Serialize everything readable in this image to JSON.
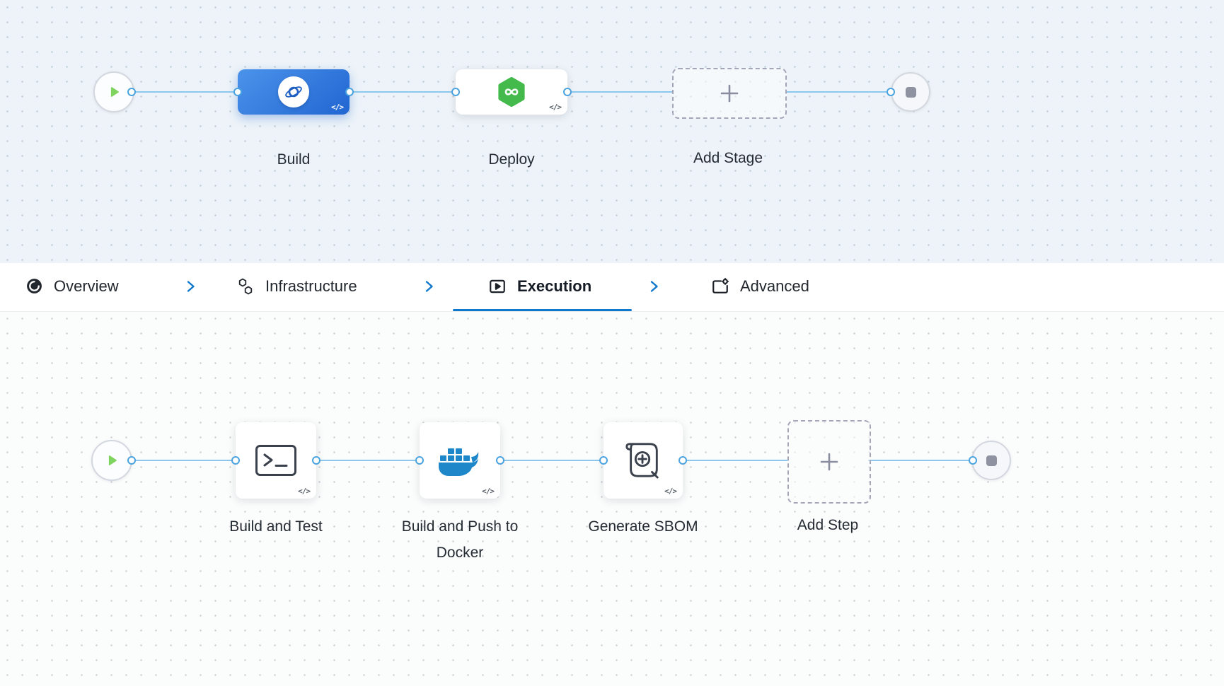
{
  "pipeline": {
    "stages": [
      {
        "label": "Build",
        "type": "ci"
      },
      {
        "label": "Deploy",
        "type": "cd"
      }
    ],
    "add_stage_label": "Add Stage"
  },
  "tabs": [
    {
      "label": "Overview",
      "active": false
    },
    {
      "label": "Infrastructure",
      "active": false
    },
    {
      "label": "Execution",
      "active": true
    },
    {
      "label": "Advanced",
      "active": false
    }
  ],
  "execution": {
    "steps": [
      {
        "label": "Build and Test",
        "icon": "terminal-icon"
      },
      {
        "label": "Build and Push to Docker",
        "icon": "docker-icon"
      },
      {
        "label": "Generate SBOM",
        "icon": "sbom-scroll-icon"
      }
    ],
    "add_step_label": "Add Step"
  },
  "icons": {
    "code_badge": "</>",
    "plus_icon": "+",
    "play_icon": "play-triangle",
    "stop_icon": "stop-square"
  },
  "colors": {
    "accent_blue": "#0f78cc",
    "edge_blue": "#8cc8ee",
    "stage_blue_gradient_start": "#4b93ea",
    "stage_blue_gradient_end": "#2166d2",
    "cd_green": "#44ba4c",
    "play_green": "#7fd35f",
    "docker_blue": "#1d87c9",
    "canvas_top_bg": "#edf3f8",
    "canvas_bottom_bg": "#fbfcfc"
  }
}
